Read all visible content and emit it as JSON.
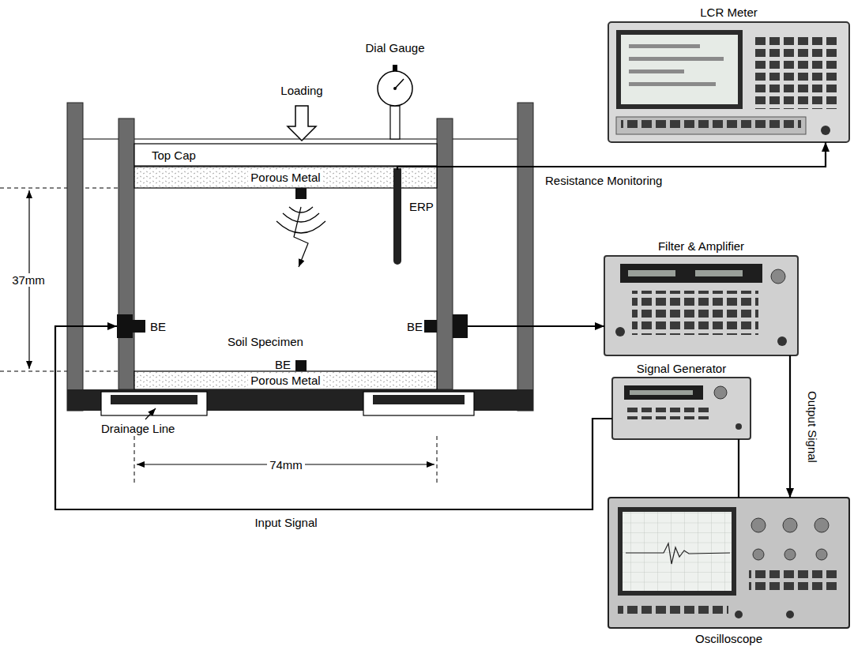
{
  "diagram": {
    "nodes": [
      {
        "text": [
          "Top Cap"
        ]
      },
      {
        "text": [
          "Porous Metal"
        ]
      },
      {
        "text": [
          "Soil Specimen"
        ]
      },
      {
        "text": [
          "ERP"
        ]
      },
      {
        "text": [
          "BE"
        ]
      },
      {
        "text": [
          "BE"
        ]
      },
      {
        "text": [
          "Porous Metal"
        ]
      },
      {
        "text": [
          "LCR Meter"
        ]
      },
      {
        "text": [
          "Filter & Amplifier"
        ]
      },
      {
        "text": [
          "Signal Generator"
        ]
      },
      {
        "text": [
          "Oscilloscope"
        ]
      }
    ],
    "edges": [
      {
        "from": 3,
        "to": 7,
        "arrow": "to",
        "label": "Resistance Monitoring"
      },
      {
        "from": 5,
        "to": 8,
        "arrow": "to"
      },
      {
        "from": 8,
        "to": 10,
        "arrow": "to",
        "label": "Output Signal"
      },
      {
        "from": 9,
        "to": 4,
        "arrow": "to",
        "label": "Input Signal"
      },
      {
        "from": 9,
        "to": 10,
        "arrow": "none"
      }
    ],
    "labels": [
      "Loading",
      "Dial Gauge",
      "BE",
      "37mm",
      "Drainage Line",
      "74mm"
    ]
  }
}
